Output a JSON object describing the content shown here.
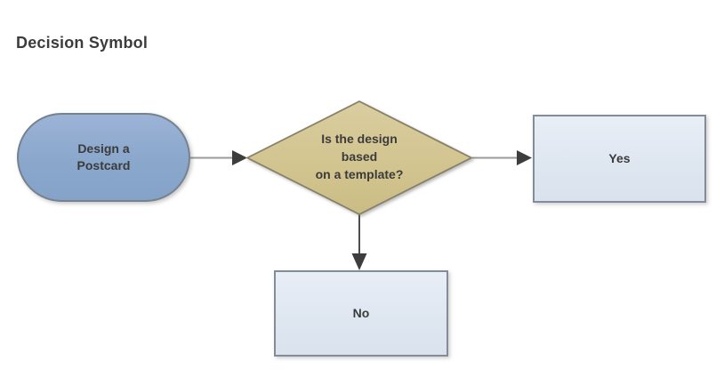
{
  "page": {
    "title": "Decision Symbol"
  },
  "diagram": {
    "nodes": {
      "start": {
        "shape": "terminator",
        "lines": [
          "Design a",
          "Postcard"
        ]
      },
      "decision": {
        "shape": "diamond",
        "lines": [
          "Is the design",
          "based",
          "on a template?"
        ]
      },
      "yes": {
        "shape": "process",
        "label": "Yes"
      },
      "no": {
        "shape": "process",
        "label": "No"
      }
    },
    "edges": [
      {
        "from": "start",
        "to": "decision",
        "direction": "right"
      },
      {
        "from": "decision",
        "to": "yes",
        "direction": "right"
      },
      {
        "from": "decision",
        "to": "no",
        "direction": "down"
      }
    ],
    "colors": {
      "terminator_fill": "#8ca9ce",
      "decision_fill": "#d3c591",
      "process_fill": "#dfe7f1",
      "shape_stroke": "#7b868f",
      "connector_line": "#9a9a9a",
      "connector_line_vertical": "#4d4d4d",
      "arrowhead": "#3d3d3d",
      "text": "#3b3b3b",
      "background": "#ffffff"
    }
  }
}
